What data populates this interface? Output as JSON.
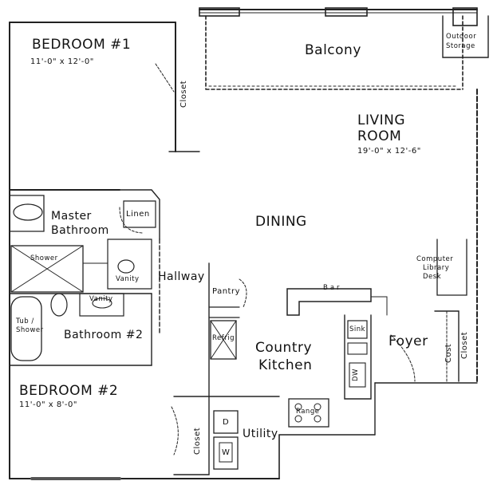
{
  "rooms": {
    "bedroom1": {
      "name": "BEDROOM #1",
      "size": "11'-0\" x 12'-0\""
    },
    "living": {
      "name_line1": "LIVING",
      "name_line2": "ROOM",
      "size": "19'-0\" x 12'-6\""
    },
    "bedroom2": {
      "name": "BEDROOM #2",
      "size": "11'-0\" x 8'-0\""
    },
    "balcony": "Balcony",
    "outdoor_storage_line1": "Outdoor",
    "outdoor_storage_line2": "Storage",
    "dining": "DINING",
    "master_bath_line1": "Master",
    "master_bath_line2": "Bathroom",
    "linen": "Linen",
    "shower": "Shower",
    "vanity_master": "Vanity",
    "vanity_bath2": "Vanity",
    "hallway": "Hallway",
    "pantry": "Pantry",
    "bar": "Bar",
    "computer_line1": "Computer",
    "computer_line2": "Library",
    "computer_line3": "Desk",
    "tub_line1": "Tub /",
    "tub_line2": "Shower",
    "bathroom2": "Bathroom #2",
    "refrig": "Refrig",
    "kitchen_line1": "Country",
    "kitchen_line2": "Kitchen",
    "sink": "Sink",
    "dw": "DW",
    "foyer": "Foyer",
    "cost": "Cost",
    "closet_foyer": "Closet",
    "closet_bed1": "Closet",
    "closet_bed2": "Closet",
    "range": "Range",
    "utility": "Utility",
    "dryer": "D",
    "washer": "W"
  }
}
